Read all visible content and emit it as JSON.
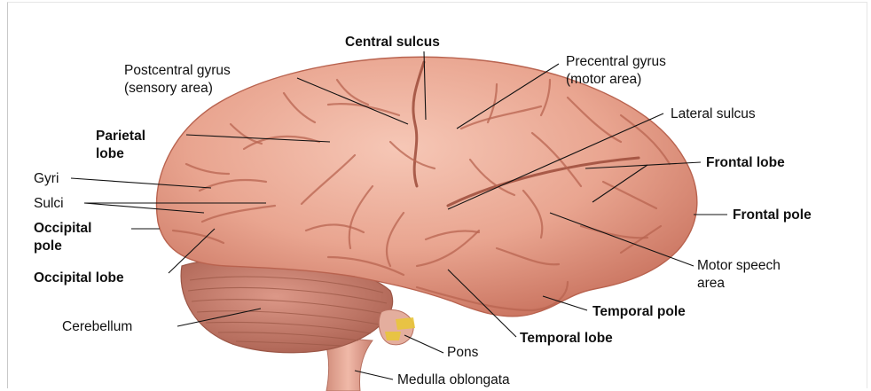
{
  "labels": {
    "central_sulcus": "Central sulcus",
    "postcentral_gyrus_1": "Postcentral gyrus",
    "postcentral_gyrus_2": "(sensory area)",
    "precentral_gyrus_1": "Precentral gyrus",
    "precentral_gyrus_2": "(motor area)",
    "lateral_sulcus": "Lateral sulcus",
    "parietal_lobe_1": "Parietal",
    "parietal_lobe_2": "lobe",
    "frontal_lobe": "Frontal lobe",
    "gyri": "Gyri",
    "sulci": "Sulci",
    "frontal_pole": "Frontal pole",
    "occipital_pole_1": "Occipital",
    "occipital_pole_2": "pole",
    "occipital_lobe": "Occipital lobe",
    "motor_speech_1": "Motor speech",
    "motor_speech_2": "area",
    "temporal_pole": "Temporal pole",
    "cerebellum": "Cerebellum",
    "temporal_lobe": "Temporal lobe",
    "pons": "Pons",
    "medulla": "Medulla oblongata"
  },
  "colors": {
    "cortex": "#e8a28f",
    "cortex_highlight": "#f4c1b0",
    "cortex_shadow": "#c9735f",
    "cerebellum": "#c98372",
    "brainstem": "#dd9c8c",
    "pons_highlight": "#e8c53a",
    "text": "#111111"
  }
}
